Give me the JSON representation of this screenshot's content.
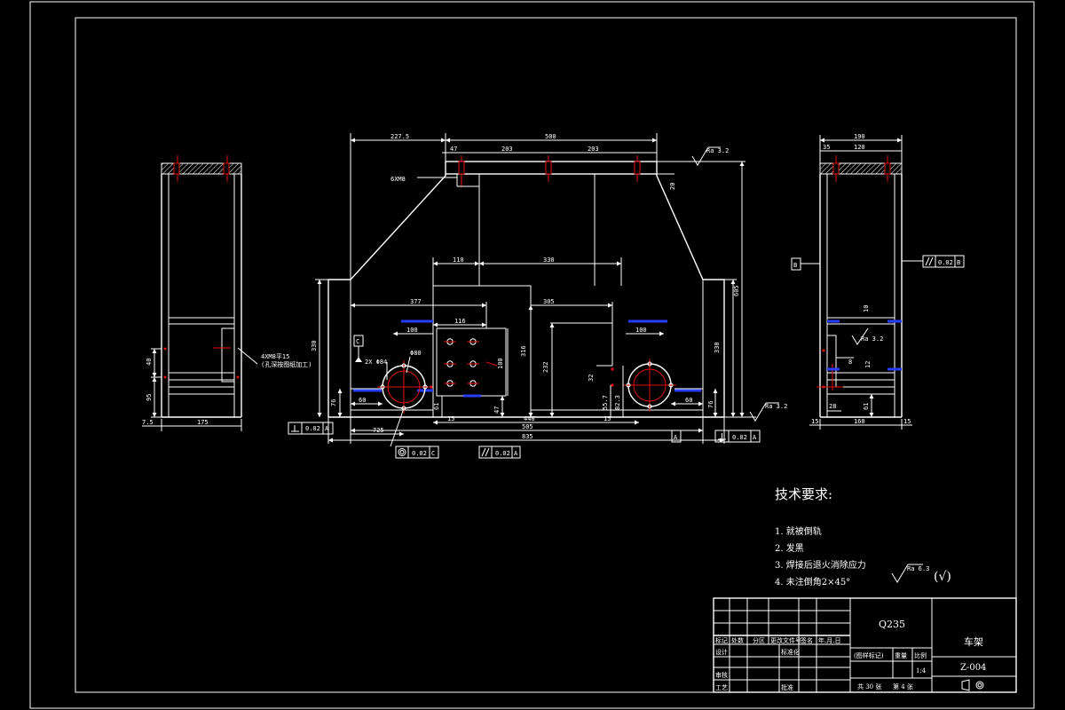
{
  "colors": {
    "background": "#000000",
    "line": "#ffffff",
    "center_line": "#e01010",
    "hidden": "#2a3cff"
  },
  "front_view": {
    "dims": {
      "d227_5": "227.5",
      "d500": "500",
      "d47": "47",
      "d203a": "203",
      "d203b": "203",
      "d20": "20",
      "d110": "110",
      "d330": "330",
      "d377": "377",
      "d305": "305",
      "d116": "116",
      "d100a": "100",
      "d100b": "100",
      "d100c": "100",
      "d316": "316",
      "d232": "232",
      "d330l": "330",
      "d330r": "330",
      "d605": "605",
      "d76a": "76",
      "d76b": "76",
      "d60a": "60",
      "d60b": "60",
      "d61": "61",
      "d47b": "47",
      "d15a": "15",
      "d15b": "15",
      "d440": "440",
      "d505": "505",
      "d835": "835",
      "d725": "725",
      "d32": "32",
      "d55_7": "55.7",
      "d82_3": "82.3"
    },
    "notes": {
      "drill": "6XM8",
      "holes": "2X Φ84",
      "phi": "Φ80"
    },
    "datum_a": "A",
    "datum_c": "C",
    "tol_flat": "0.02",
    "tol_flat_ref": "A",
    "tol_conc": "0.02",
    "tol_conc_ref": "C",
    "tol_par": "0.02",
    "tol_par_ref": "A",
    "tol_perp": "0.02",
    "tol_perp_ref": "A",
    "ra_top": "Ra 3.2",
    "ra_bottom": "Ra 3.2"
  },
  "left_view": {
    "dims": {
      "d40": "40",
      "d95": "95",
      "d7_5": "7.5",
      "d175": "175"
    },
    "note1": "4XM8平15",
    "note2": "(孔深按图纸加工)"
  },
  "right_view": {
    "dims": {
      "d190": "190",
      "d35": "35",
      "d120": "120",
      "d10": "10",
      "d8": "8",
      "d12": "12",
      "d61": "61",
      "d28": "28",
      "d15a": "15",
      "d160": "160",
      "d15b": "15"
    },
    "datum_b": "B",
    "tol_par": "0.02",
    "tol_par_ref": "B",
    "ra": "Ra 3.2"
  },
  "requirements": {
    "title": "技术要求:",
    "items": [
      "1. 就被倒轨",
      "2. 发黑",
      "3. 焊接后退火消除应力",
      "4. 未注倒角2×45°"
    ],
    "ra_note": "Ra 6.3",
    "ra_mark": "(√)"
  },
  "title_block": {
    "material": "Q235",
    "marker": "(图样标记)",
    "weight": "重量",
    "scale_label": "比例",
    "scale": "1:4",
    "name": "车架",
    "code": "Z-004",
    "total": "共 30 张",
    "sheet": "第 4 张",
    "hdr": [
      "标记",
      "处数",
      "分区",
      "更改文件号",
      "签名",
      "年.月.日"
    ],
    "design": "设计",
    "standard": "标准化",
    "review": "审核",
    "process": "工艺",
    "approve": "批准"
  }
}
